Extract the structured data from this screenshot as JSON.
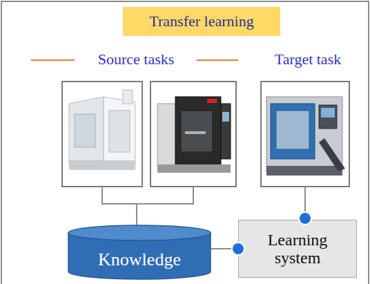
{
  "diagram": {
    "nodes": [
      {
        "text": [
          "Transfer learning"
        ]
      },
      {
        "text": [
          "Knowledge"
        ]
      },
      {
        "text": [
          "Learning system"
        ]
      }
    ],
    "edges": [
      {
        "from": 1,
        "to": 2,
        "arrow": "none"
      }
    ],
    "labels": [
      "Source tasks",
      "Target task"
    ]
  }
}
